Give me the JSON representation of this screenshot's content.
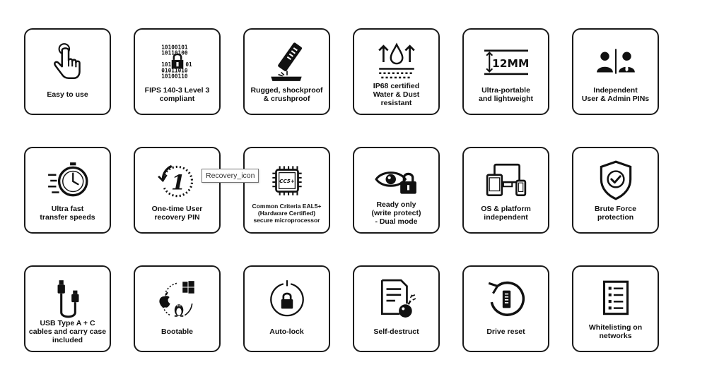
{
  "tiles": [
    {
      "icon": "pointing-hand-icon",
      "label": "Easy to use"
    },
    {
      "icon": "binary-lock-icon",
      "label": "FIPS 140-3 Level 3\ncompliant"
    },
    {
      "icon": "rugged-drive-icon",
      "label": "Rugged, shockproof\n& crushproof"
    },
    {
      "icon": "water-dust-icon",
      "label": "IP68 certified\nWater & Dust\nresistant"
    },
    {
      "icon": "size-12mm-icon",
      "label": "Ultra-portable\nand lightweight",
      "badge": "12MM"
    },
    {
      "icon": "user-admin-icon",
      "label": "Independent\nUser & Admin PINs"
    },
    {
      "icon": "stopwatch-icon",
      "label": "Ultra fast\ntransfer speeds"
    },
    {
      "icon": "recovery-icon",
      "label": "One-time User\nrecovery PIN",
      "glyph": "1"
    },
    {
      "icon": "chip-icon",
      "label": "Common Criteria EAL5+\n(Hardware Certified)\nsecure microprocessor",
      "badge": "CC5+"
    },
    {
      "icon": "eye-lock-icon",
      "label": "Ready only\n(write protect)\n- Dual mode"
    },
    {
      "icon": "devices-icon",
      "label": "OS & platform\nindependent"
    },
    {
      "icon": "shield-check-icon",
      "label": "Brute Force\nprotection"
    },
    {
      "icon": "usb-cable-icon",
      "label": "USB Type A + C\ncables and carry case\nincluded"
    },
    {
      "icon": "os-cycle-icon",
      "label": "Bootable"
    },
    {
      "icon": "auto-lock-icon",
      "label": "Auto-lock"
    },
    {
      "icon": "document-bomb-icon",
      "label": "Self-destruct"
    },
    {
      "icon": "drive-reset-icon",
      "label": "Drive reset"
    },
    {
      "icon": "checklist-icon",
      "label": "Whitelisting on\nnetworks"
    }
  ],
  "tooltip": {
    "text": "Recovery_icon"
  },
  "colors": {
    "ink": "#111111",
    "border": "#1a1a1a",
    "background": "#ffffff"
  }
}
